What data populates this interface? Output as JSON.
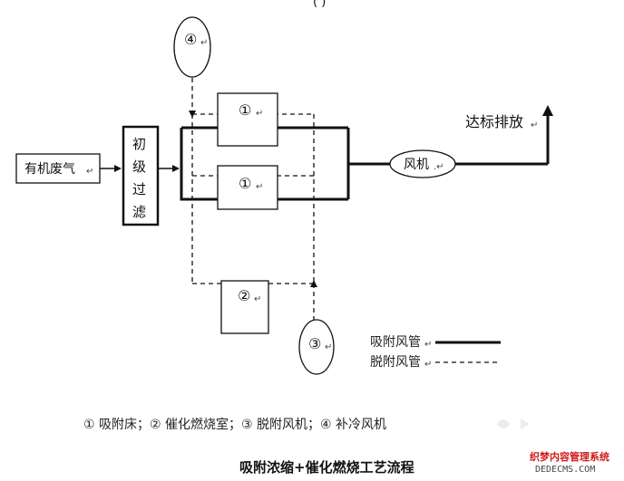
{
  "top_cut_text": "(  )",
  "nodes": {
    "source": "有机废气",
    "prefilter_chars": [
      "初",
      "级",
      "过",
      "滤"
    ],
    "bed_upper": "①",
    "bed_lower": "①",
    "combustion": "②",
    "fan": "风机",
    "desorption_fan": "③",
    "cooling_fan": "④",
    "exhaust": "达标排放"
  },
  "legend": {
    "adsorption_duct": "吸附风管",
    "desorption_duct": "脱附风管"
  },
  "key_line": "①  吸附床；②  催化燃烧室；③  脱附风机；④  补冷风机",
  "caption": "吸附浓缩+催化燃烧工艺流程",
  "watermark": {
    "line1": "织梦内容管理系统",
    "line2": "DEDECMS.COM"
  },
  "colors": {
    "line": "#111111",
    "watermark_red": "#d11a1a"
  }
}
